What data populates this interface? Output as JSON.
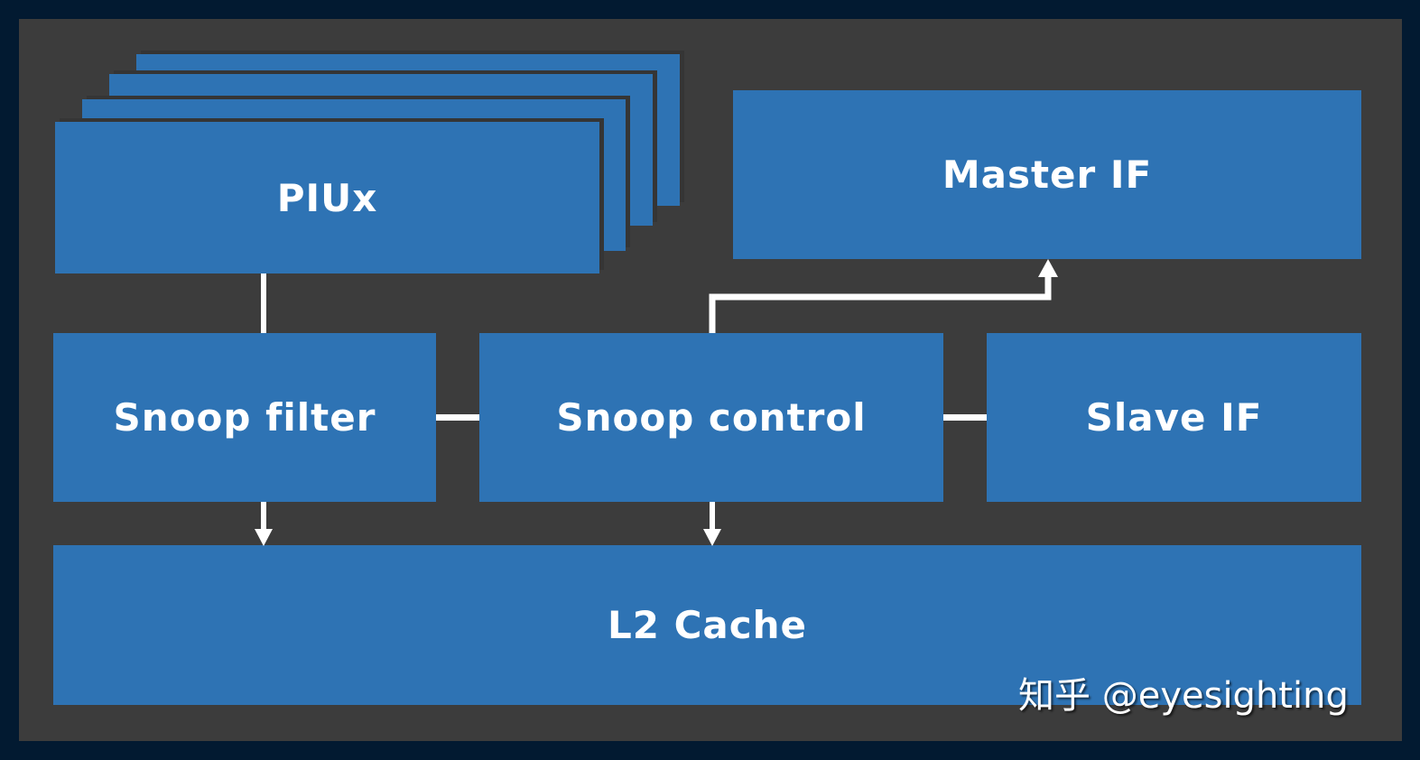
{
  "diagram": {
    "title": "",
    "colors": {
      "frame": "#021a31",
      "panel": "#3c3c3c",
      "block": "#2e73b4",
      "text": "#ffffff",
      "connector": "#ffffff"
    },
    "blocks": {
      "piux": {
        "label": "PIUx",
        "stack_count": 4
      },
      "master_if": {
        "label": "Master IF"
      },
      "snoop_filter": {
        "label": "Snoop filter"
      },
      "snoop_control": {
        "label": "Snoop control"
      },
      "slave_if": {
        "label": "Slave IF"
      },
      "l2_cache": {
        "label": "L2 Cache"
      }
    },
    "connections": [
      {
        "from": "piux",
        "to": "snoop_filter",
        "type": "line"
      },
      {
        "from": "snoop_filter",
        "to": "snoop_control",
        "type": "line"
      },
      {
        "from": "snoop_control",
        "to": "slave_if",
        "type": "line"
      },
      {
        "from": "snoop_control",
        "to": "master_if",
        "type": "arrow"
      },
      {
        "from": "snoop_filter",
        "to": "l2_cache",
        "type": "arrow"
      },
      {
        "from": "snoop_control",
        "to": "l2_cache",
        "type": "arrow"
      }
    ]
  },
  "watermark": {
    "text": "知乎 @eyesighting"
  }
}
